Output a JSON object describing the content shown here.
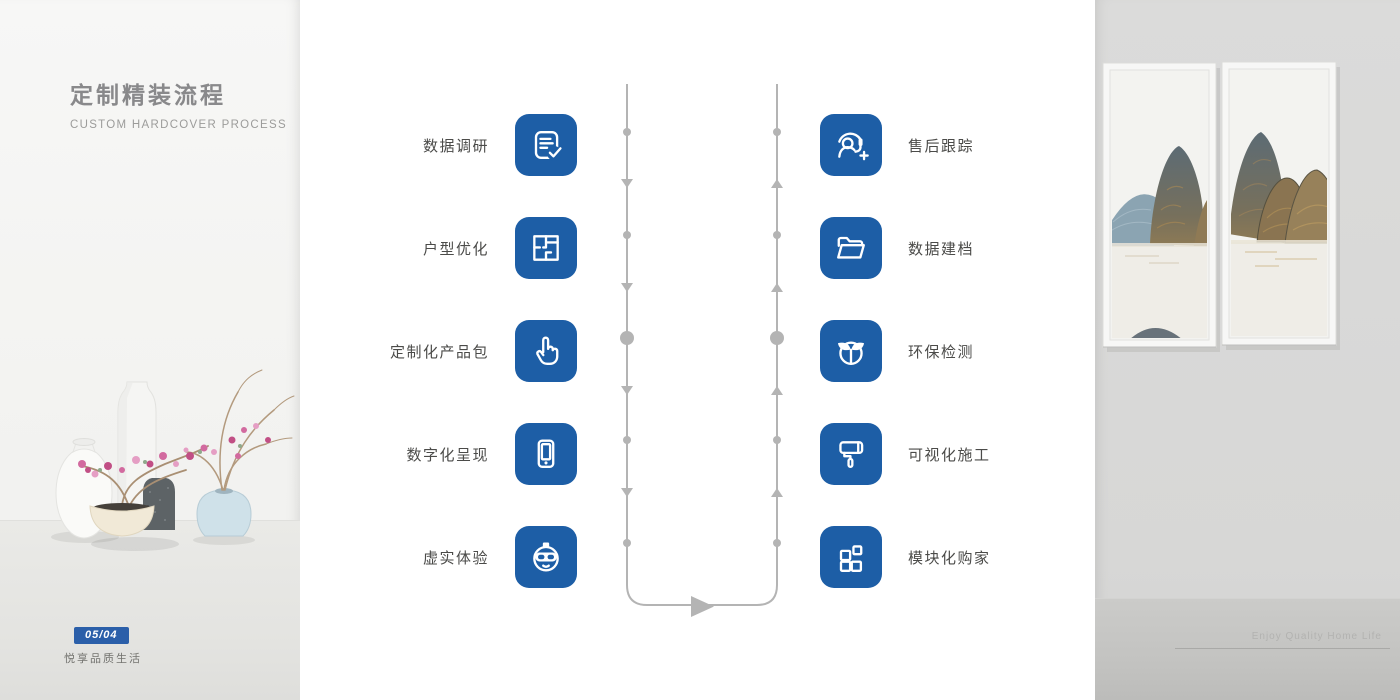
{
  "sidebar": {
    "title_cn": "定制精装流程",
    "title_en": "CUSTOM HARDCOVER PROCESS",
    "page_badge": "05/04",
    "tagline": "悦享品质生活"
  },
  "process": {
    "left_steps": [
      {
        "label": "数据调研",
        "icon": "document-check-icon"
      },
      {
        "label": "户型优化",
        "icon": "floor-plan-icon"
      },
      {
        "label": "定制化产品包",
        "icon": "hand-click-icon"
      },
      {
        "label": "数字化呈现",
        "icon": "smartphone-icon"
      },
      {
        "label": "虚实体验",
        "icon": "vr-headset-icon"
      }
    ],
    "right_steps": [
      {
        "label": "售后跟踪",
        "icon": "customer-service-plus-icon"
      },
      {
        "label": "数据建档",
        "icon": "folder-icon"
      },
      {
        "label": "环保检测",
        "icon": "eco-leaves-icon"
      },
      {
        "label": "可视化施工",
        "icon": "paint-roller-icon"
      },
      {
        "label": "模块化购家",
        "icon": "modules-icon"
      }
    ]
  },
  "right_panel": {
    "tagline_en": "Enjoy Quality Home Life"
  },
  "colors": {
    "accent": "#1d5ea6",
    "flow_line": "#b4b4b4",
    "title_gray": "#89898b"
  }
}
